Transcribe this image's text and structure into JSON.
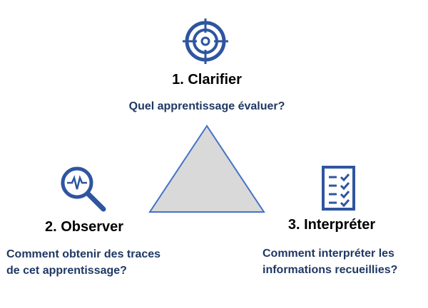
{
  "colors": {
    "icon": "#2f55a0",
    "question": "#1f3864",
    "triangle_fill": "#d9d9d9",
    "triangle_stroke": "#4472c4"
  },
  "steps": [
    {
      "icon": "target-icon",
      "title": "1. Clarifier",
      "question": [
        "Quel apprentissage évaluer?"
      ]
    },
    {
      "icon": "magnifier-pulse-icon",
      "title": "2. Observer",
      "question": [
        "Comment obtenir des traces",
        "de cet apprentissage?"
      ]
    },
    {
      "icon": "checklist-icon",
      "title": "3. Interpréter",
      "question": [
        "Comment interpréter les",
        "informations recueillies?"
      ]
    }
  ]
}
